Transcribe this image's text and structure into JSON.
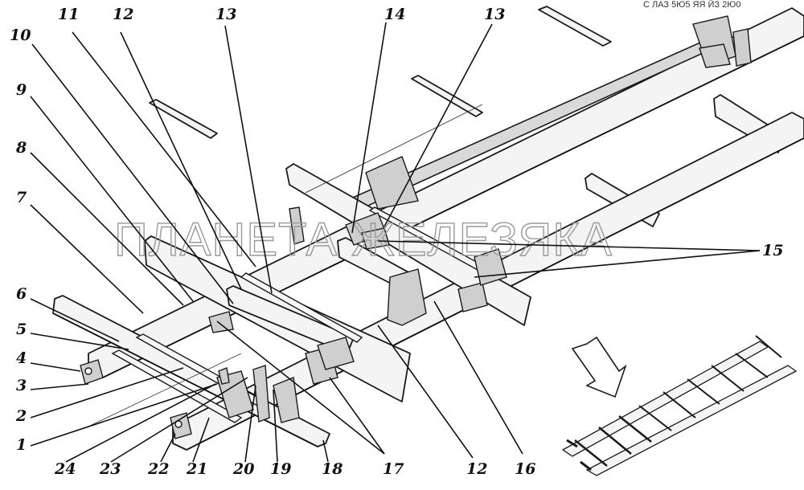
{
  "corner_text": "С ЛАЗ 5Ю5 ЯЯ ЙЗ 2Ю0",
  "watermark": "ПЛАНЕТА ЖЕЛЕЗЯКА",
  "callouts": {
    "c1": "1",
    "c2": "2",
    "c3": "3",
    "c4": "4",
    "c5": "5",
    "c6": "6",
    "c7": "7",
    "c8": "8",
    "c9": "9",
    "c10": "10",
    "c11": "11",
    "c12a": "12",
    "c12b": "12",
    "c13a": "13",
    "c13b": "13",
    "c14": "14",
    "c15": "15",
    "c16": "16",
    "c17": "17",
    "c18": "18",
    "c19": "19",
    "c20": "20",
    "c21": "21",
    "c22": "22",
    "c23": "23",
    "c24": "24"
  },
  "icons": {
    "direction_arrow": "down-left-arrow-icon"
  }
}
